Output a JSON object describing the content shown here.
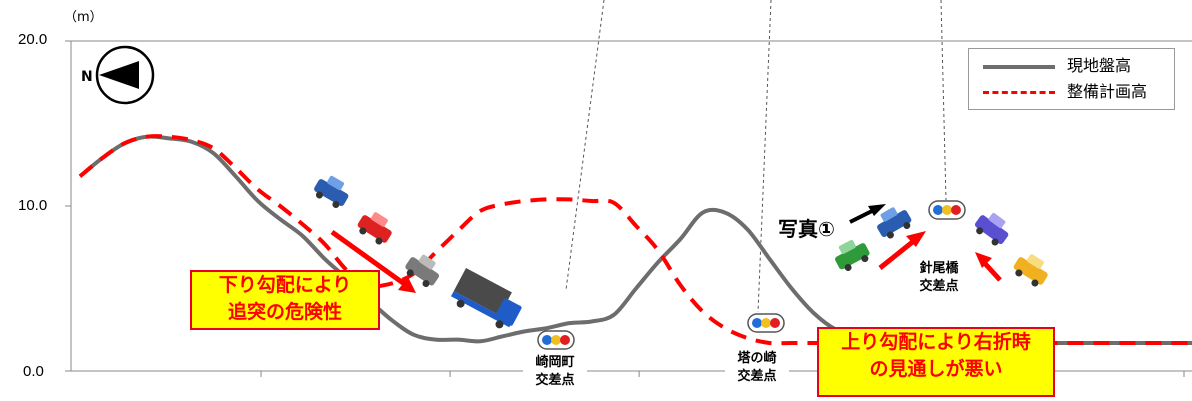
{
  "chart_data": {
    "type": "line",
    "ylabel_unit": "（m）",
    "ylim": [
      0,
      20
    ],
    "yticks": [
      "20.0",
      "10.0",
      "0.0"
    ],
    "ytick_values": [
      20,
      10,
      0
    ],
    "grid": false,
    "legend_position": "top-right",
    "series": [
      {
        "name": "現地盤高",
        "color": "#6d6d6d",
        "style": "solid",
        "x": [
          0,
          2,
          4,
          6,
          8,
          10,
          12,
          14,
          16,
          18,
          20,
          22,
          24,
          26,
          28,
          30,
          32,
          34,
          36,
          38,
          40,
          42,
          44,
          46,
          48,
          50,
          52,
          54,
          56,
          58,
          60,
          62,
          64,
          66,
          68,
          70,
          72,
          74,
          76,
          78,
          80,
          82,
          84,
          86,
          88,
          90,
          92,
          94,
          96,
          98,
          100
        ],
        "y": [
          11.8,
          12.9,
          13.8,
          14.2,
          14.1,
          13.9,
          13.2,
          11.8,
          10.3,
          9.2,
          8.2,
          6.8,
          5.6,
          4.3,
          3.1,
          2.2,
          1.9,
          1.9,
          1.8,
          2.1,
          2.4,
          2.6,
          2.9,
          3.0,
          3.4,
          5.0,
          6.6,
          8.0,
          9.6,
          9.6,
          8.6,
          6.8,
          5.0,
          3.5,
          2.5,
          2.1,
          2.0,
          1.8,
          1.7,
          1.7,
          1.7,
          1.7,
          1.7,
          1.7,
          1.7,
          1.7,
          1.7,
          1.7,
          1.7,
          1.7,
          1.7
        ]
      },
      {
        "name": "整備計画高",
        "color": "#ff0000",
        "style": "dashed",
        "x": [
          0,
          2,
          4,
          6,
          8,
          10,
          12,
          14,
          16,
          18,
          20,
          22,
          24,
          26,
          28,
          30,
          32,
          34,
          36,
          38,
          40,
          42,
          44,
          46,
          48,
          50,
          52,
          54,
          56,
          58,
          60,
          62,
          64,
          66,
          68,
          70,
          72,
          74,
          76,
          78,
          80,
          82,
          84,
          86,
          88,
          90,
          92,
          94,
          96,
          98,
          100
        ],
        "y": [
          11.8,
          12.9,
          13.8,
          14.2,
          14.2,
          14.0,
          13.5,
          12.3,
          11.0,
          10.0,
          8.9,
          7.7,
          6.1,
          5.2,
          5.3,
          5.9,
          7.2,
          8.5,
          9.7,
          10.1,
          10.3,
          10.4,
          10.4,
          10.3,
          10.2,
          8.8,
          7.3,
          5.2,
          3.6,
          2.6,
          2.0,
          1.7,
          1.7,
          1.7,
          1.7,
          1.7,
          1.7,
          1.7,
          1.7,
          1.7,
          1.7,
          1.7,
          1.7,
          1.7,
          1.7,
          1.7,
          1.7,
          1.7,
          1.7,
          1.7,
          1.7
        ]
      }
    ],
    "annotations": [
      {
        "text": "下り勾配により\n追突の危険性"
      },
      {
        "text": "上り勾配により右折時\nの見通しが悪い"
      },
      {
        "text": "写真①"
      }
    ],
    "x_markers": [
      {
        "label": "崎岡町\n交差点",
        "x": 31
      },
      {
        "label": "塔の崎\n交差点",
        "x": 46
      },
      {
        "label": "針尾橋\n交差点",
        "x": 58
      }
    ]
  },
  "legend": {
    "ground": "現地盤高",
    "plan": "整備計画高"
  },
  "callouts": {
    "left_line1": "下り勾配により",
    "left_line2": "追突の危険性",
    "right_line1": "上り勾配により右折時",
    "right_line2": "の見通しが悪い"
  },
  "photo_label": "写真①",
  "intersections": {
    "a_line1": "崎岡町",
    "a_line2": "交差点",
    "b_line1": "塔の崎",
    "b_line2": "交差点",
    "c_line1": "針尾橋",
    "c_line2": "交差点"
  },
  "north_label": "N",
  "colors": {
    "ground": "#6d6d6d",
    "plan": "#ff0000",
    "callout_bg": "#ffff00",
    "callout_text": "#ff0000",
    "arrow": "#ff0000"
  }
}
